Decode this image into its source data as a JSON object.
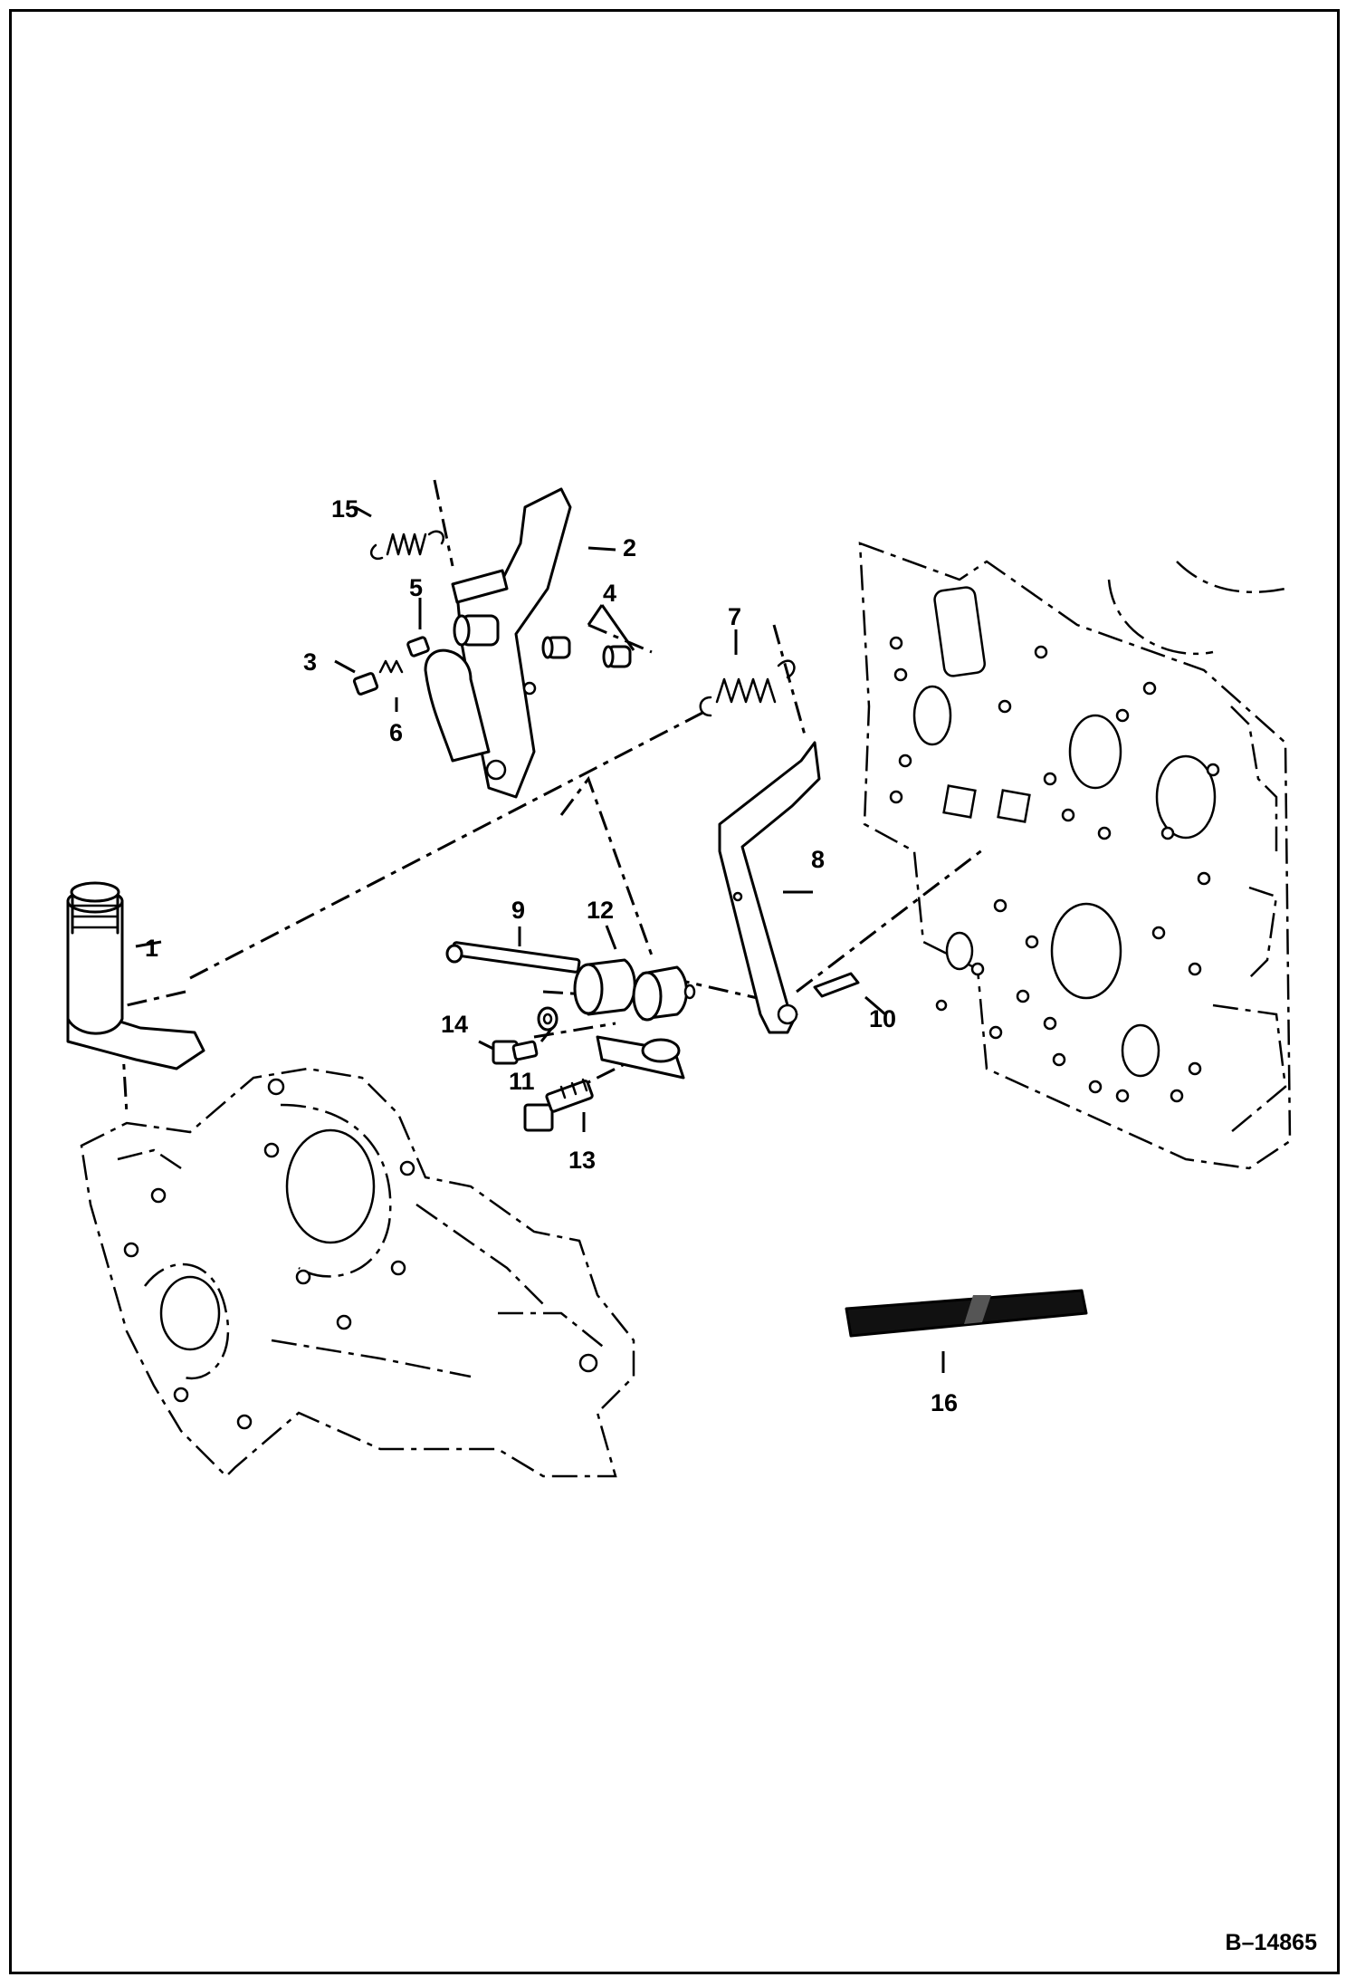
{
  "diagram": {
    "reference_code": "B–14865",
    "callouts": [
      "1",
      "2",
      "3",
      "4",
      "5",
      "6",
      "7",
      "8",
      "9",
      "10",
      "11",
      "12",
      "13",
      "14",
      "15",
      "16"
    ]
  }
}
